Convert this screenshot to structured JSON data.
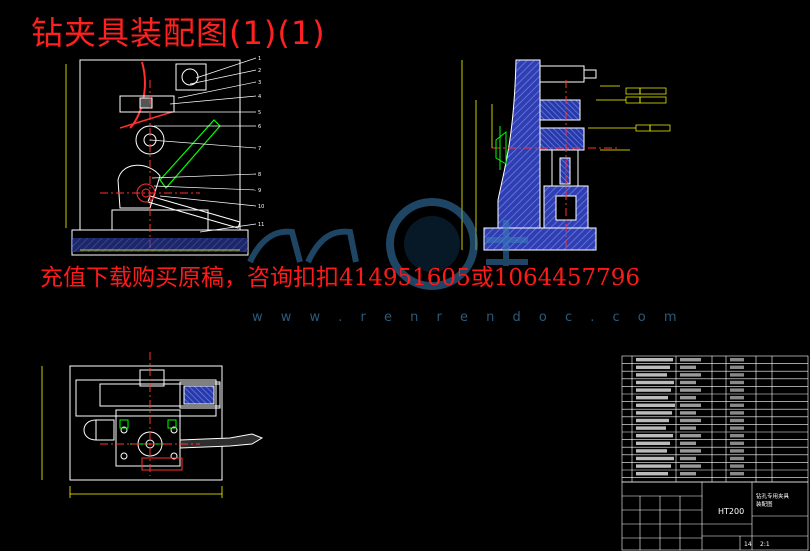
{
  "drawing": {
    "title": "钻夹具装配图(1)(1)",
    "ad_text": "充值下载购买原稿，咨询扣扣414951605或1064457796",
    "watermark_url": "w w w . r e n r e n d o c . c o m",
    "material": "HT200",
    "title_block_line1": "钻孔专用夹具",
    "title_block_line2": "装配图",
    "sheet_number": "14",
    "sheet_ratio": "2:1"
  },
  "colors": {
    "background": "#000000",
    "title_red": "#ff2020",
    "line_white": "#ffffff",
    "hatch_blue": "#3f4fd8",
    "dim_yellow": "#ffff00",
    "center_red": "#ff3030",
    "part_green": "#00ff00"
  }
}
